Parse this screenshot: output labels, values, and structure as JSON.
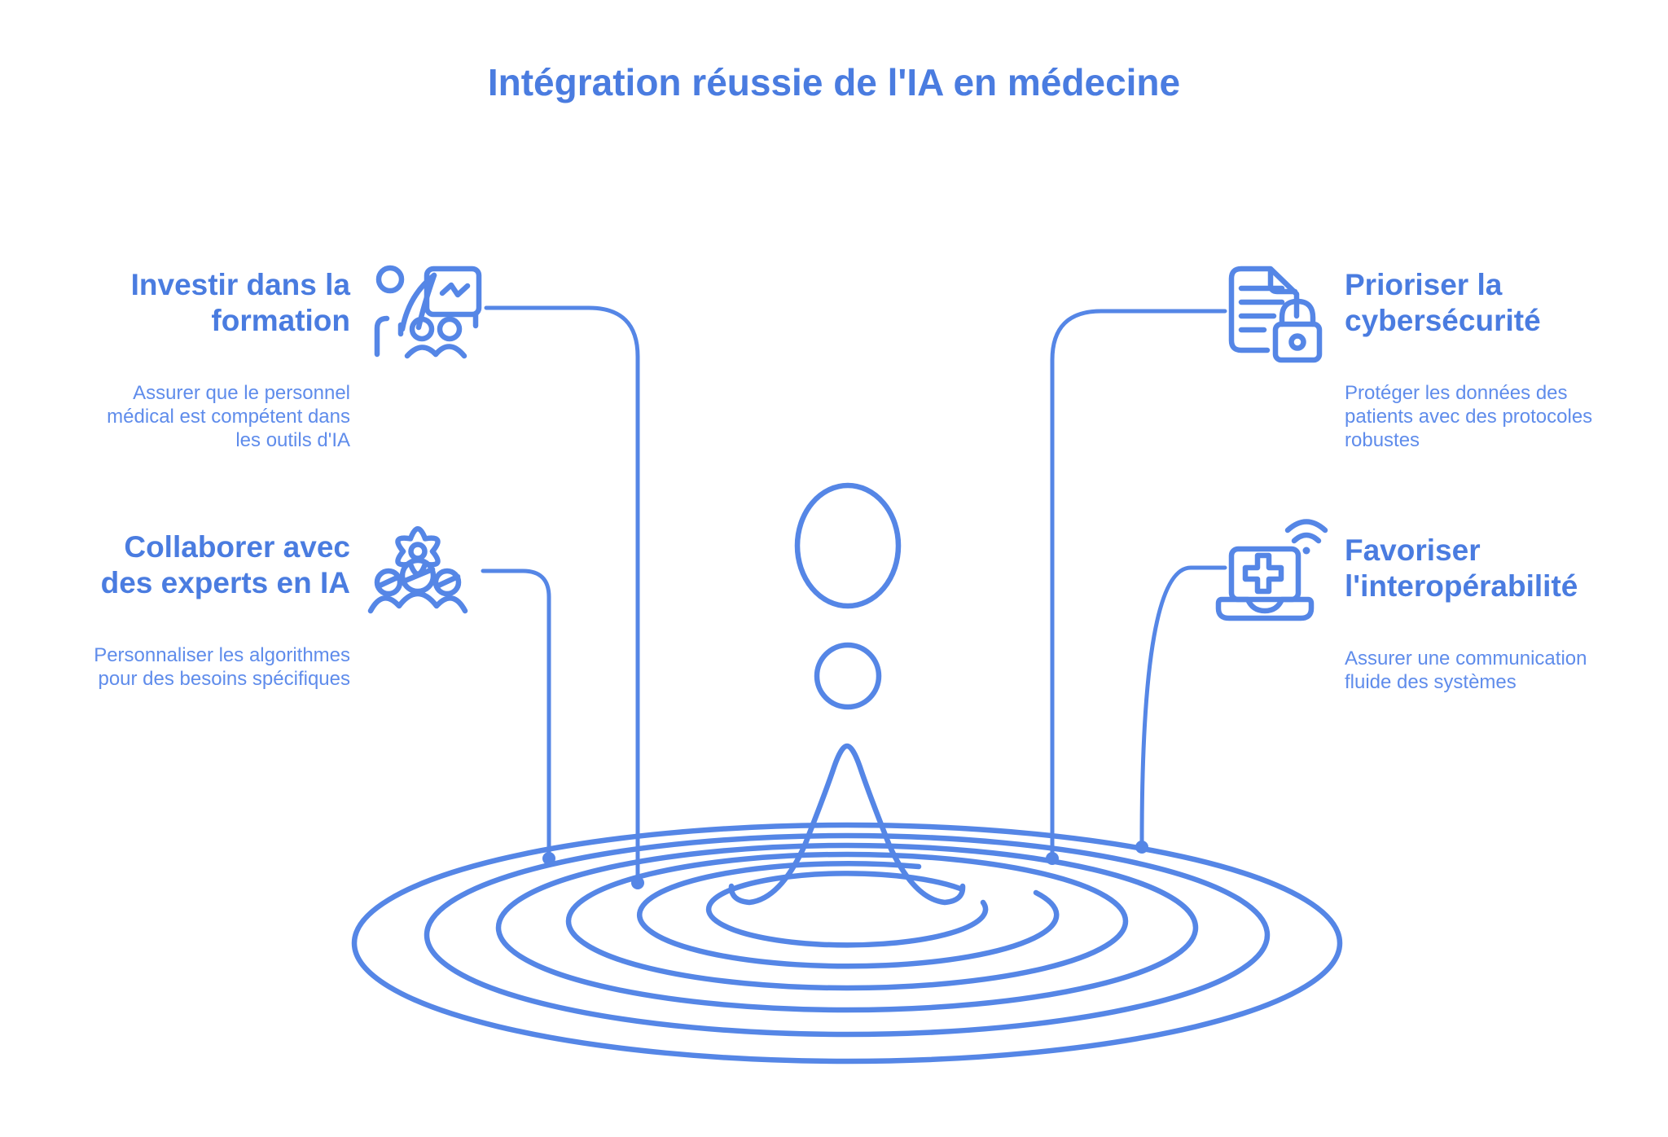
{
  "title": "Intégration réussie de l'IA en médecine",
  "colors": {
    "heading": "#4a7ce0",
    "body": "#5f8ceb",
    "line": "#5586e6",
    "background": "#ffffff"
  },
  "sections": [
    {
      "id": "formation",
      "position": "top-left",
      "icon": "presentation-chart-people-icon",
      "title_lines": [
        "Investir dans la",
        "formation"
      ],
      "description_lines": [
        "Assurer que le personnel",
        "médical est compétent dans",
        "les outils d'IA"
      ]
    },
    {
      "id": "experts-ia",
      "position": "bottom-left",
      "icon": "gear-people-icon",
      "title_lines": [
        "Collaborer avec",
        "des experts en IA"
      ],
      "description_lines": [
        "Personnaliser les algorithmes",
        "pour des besoins spécifiques"
      ]
    },
    {
      "id": "cybersecurite",
      "position": "top-right",
      "icon": "document-lock-icon",
      "title_lines": [
        "Prioriser la",
        "cybersécurité"
      ],
      "description_lines": [
        "Protéger les données des",
        "patients avec des protocoles",
        "robustes"
      ]
    },
    {
      "id": "interoperabilite",
      "position": "bottom-right",
      "icon": "laptop-medical-cross-wifi-icon",
      "title_lines": [
        "Favoriser",
        "l'interopérabilité"
      ],
      "description_lines": [
        "Assurer une communication",
        "fluide des systèmes"
      ]
    }
  ],
  "illustration": {
    "name": "water-droplet-splash-with-ripples"
  }
}
